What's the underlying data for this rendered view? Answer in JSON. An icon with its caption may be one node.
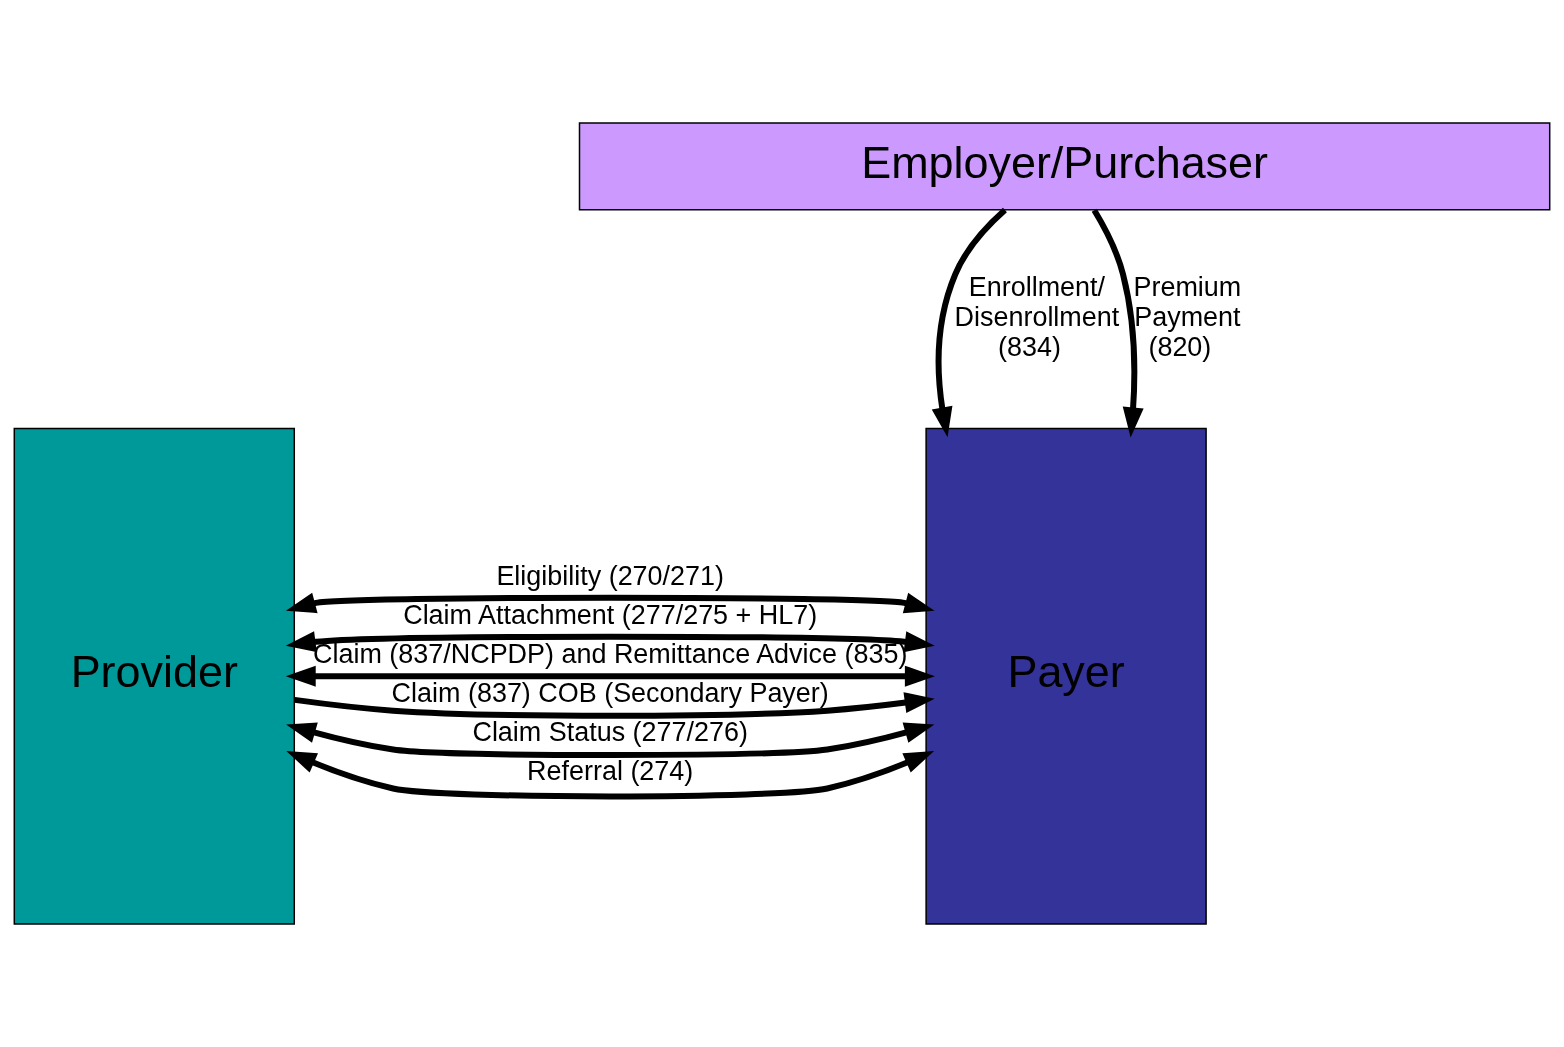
{
  "diagram": {
    "nodes": [
      {
        "text": [
          "Employer/Purchaser"
        ]
      },
      {
        "text": [
          "Provider"
        ]
      },
      {
        "text": [
          "Payer"
        ]
      }
    ],
    "edges": [
      {
        "from": 0,
        "to": 2,
        "arrow": "to",
        "label": "Enrollment/ Disenrollment (834)"
      },
      {
        "from": 0,
        "to": 2,
        "arrow": "to",
        "label": "Premium Payment (820)"
      },
      {
        "from": 1,
        "to": 2,
        "arrow": "both",
        "label": "Eligibility (270/271)"
      },
      {
        "from": 1,
        "to": 2,
        "arrow": "both",
        "label": "Claim (837/NCPDP) and Remittance Advice (835)"
      },
      {
        "from": 1,
        "to": 2,
        "arrow": "to",
        "label": "Claim (837) COB (Secondary Payer)"
      },
      {
        "from": 1,
        "to": 2,
        "arrow": "both",
        "label": "Referral (274)"
      },
      {
        "from": 1,
        "to": 2,
        "arrow": "both",
        "label": "Claim Status (277/276)"
      },
      {
        "from": 1,
        "to": 2,
        "arrow": "both",
        "label": "Claim Attachment (277/275 + HL7)"
      }
    ]
  }
}
